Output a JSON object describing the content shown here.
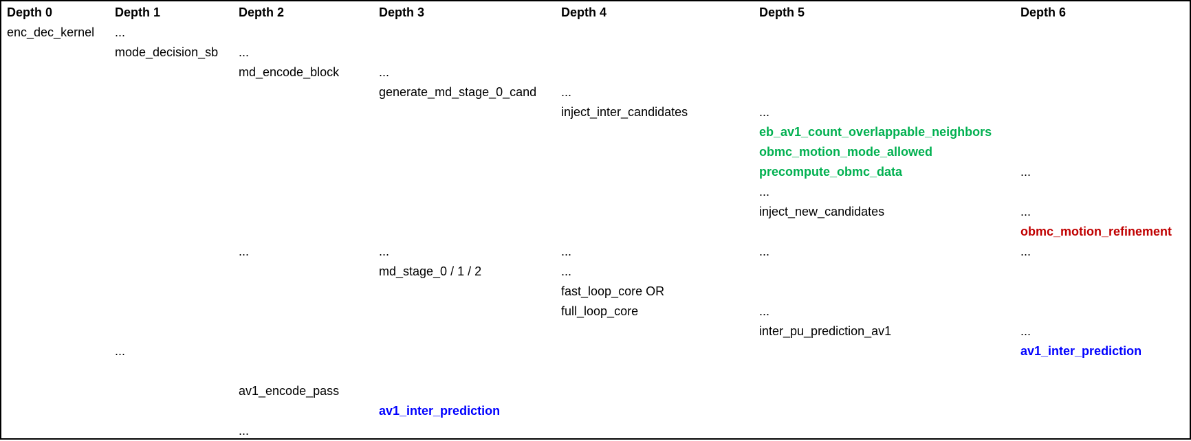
{
  "table": {
    "description": "Encoder call-depth hierarchy table",
    "columns": [
      {
        "label": "Depth 0"
      },
      {
        "label": "Depth 1"
      },
      {
        "label": "Depth 2"
      },
      {
        "label": "Depth 3"
      },
      {
        "label": "Depth 4"
      },
      {
        "label": "Depth 5"
      },
      {
        "label": "Depth 6"
      }
    ],
    "ellipsis": "...",
    "rows": [
      {
        "cells": [
          {
            "depth": 0,
            "text": "enc_dec_kernel",
            "style": "normal"
          },
          {
            "depth": 1,
            "text": "...",
            "style": "normal"
          }
        ]
      },
      {
        "cells": [
          {
            "depth": 1,
            "text": "mode_decision_sb",
            "style": "normal"
          },
          {
            "depth": 2,
            "text": "...",
            "style": "normal"
          }
        ]
      },
      {
        "cells": [
          {
            "depth": 2,
            "text": "md_encode_block",
            "style": "normal"
          },
          {
            "depth": 3,
            "text": "...",
            "style": "normal"
          }
        ]
      },
      {
        "cells": [
          {
            "depth": 3,
            "text": "generate_md_stage_0_cand",
            "style": "normal"
          },
          {
            "depth": 4,
            "text": "...",
            "style": "normal"
          }
        ]
      },
      {
        "cells": [
          {
            "depth": 4,
            "text": "inject_inter_candidates",
            "style": "normal"
          },
          {
            "depth": 5,
            "text": "...",
            "style": "normal"
          }
        ]
      },
      {
        "cells": [
          {
            "depth": 5,
            "text": "eb_av1_count_overlappable_neighbors",
            "style": "green"
          }
        ]
      },
      {
        "cells": [
          {
            "depth": 5,
            "text": "obmc_motion_mode_allowed",
            "style": "green"
          }
        ]
      },
      {
        "cells": [
          {
            "depth": 5,
            "text": "precompute_obmc_data",
            "style": "green"
          },
          {
            "depth": 6,
            "text": "...",
            "style": "normal"
          }
        ]
      },
      {
        "cells": [
          {
            "depth": 5,
            "text": "...",
            "style": "normal"
          }
        ]
      },
      {
        "cells": [
          {
            "depth": 5,
            "text": "inject_new_candidates",
            "style": "normal"
          },
          {
            "depth": 6,
            "text": "...",
            "style": "normal"
          }
        ]
      },
      {
        "cells": [
          {
            "depth": 6,
            "text": "obmc_motion_refinement",
            "style": "red"
          }
        ]
      },
      {
        "cells": [
          {
            "depth": 2,
            "text": "...",
            "style": "normal"
          },
          {
            "depth": 3,
            "text": "...",
            "style": "normal"
          },
          {
            "depth": 4,
            "text": "...",
            "style": "normal"
          },
          {
            "depth": 5,
            "text": "...",
            "style": "normal"
          },
          {
            "depth": 6,
            "text": "...",
            "style": "normal"
          }
        ]
      },
      {
        "cells": [
          {
            "depth": 3,
            "text": "md_stage_0 / 1 / 2",
            "style": "normal"
          },
          {
            "depth": 4,
            "text": "...",
            "style": "normal"
          }
        ]
      },
      {
        "cells": [
          {
            "depth": 4,
            "text": "fast_loop_core OR",
            "style": "normal"
          }
        ]
      },
      {
        "cells": [
          {
            "depth": 4,
            "text": "full_loop_core",
            "style": "normal"
          },
          {
            "depth": 5,
            "text": "...",
            "style": "normal"
          }
        ]
      },
      {
        "cells": [
          {
            "depth": 5,
            "text": "inter_pu_prediction_av1",
            "style": "normal"
          },
          {
            "depth": 6,
            "text": "...",
            "style": "normal"
          }
        ]
      },
      {
        "cells": [
          {
            "depth": 1,
            "text": "...",
            "style": "normal"
          },
          {
            "depth": 6,
            "text": "av1_inter_prediction",
            "style": "blue"
          }
        ]
      },
      {
        "cells": []
      },
      {
        "cells": [
          {
            "depth": 2,
            "text": "av1_encode_pass",
            "style": "normal"
          }
        ]
      },
      {
        "cells": [
          {
            "depth": 3,
            "text": "av1_inter_prediction",
            "style": "blue"
          }
        ]
      },
      {
        "cells": [
          {
            "depth": 2,
            "text": "...",
            "style": "normal"
          }
        ]
      }
    ]
  },
  "colors": {
    "highlight_green": "#00B050",
    "highlight_red": "#C00000",
    "highlight_blue": "#0000FF",
    "text": "#000000",
    "border": "#000000",
    "background": "#FFFFFF"
  }
}
